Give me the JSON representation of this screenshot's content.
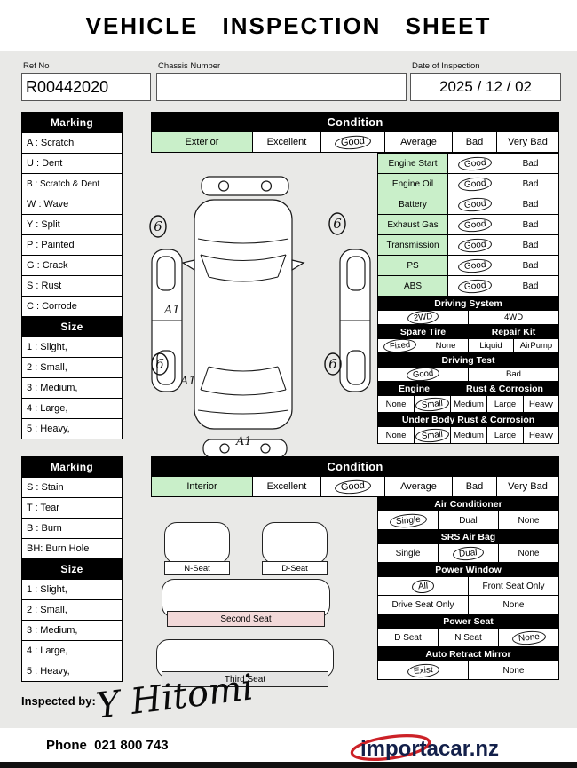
{
  "title": "VEHICLE INSPECTION SHEET",
  "header": {
    "ref_no": {
      "label": "Ref No",
      "value": "R00442020"
    },
    "chassis": {
      "label": "Chassis Number",
      "value": ""
    },
    "date": {
      "label": "Date of Inspection",
      "value": "2025 / 12 / 02"
    }
  },
  "colors": {
    "cell_green": "#c9efc9",
    "seat_pink": "#f2d9d9",
    "seat_gray": "#e3e3e3",
    "logo_red": "#cc2127",
    "logo_navy": "#13204a"
  },
  "exterior": {
    "marking_title": "Marking",
    "marking_items": [
      "A : Scratch",
      "U : Dent",
      "B : Scratch & Dent",
      "W : Wave",
      "Y : Split",
      "P : Painted",
      "G : Crack",
      "S : Rust",
      "C : Corrode"
    ],
    "size_title": "Size",
    "size_items": [
      "1 : Slight,",
      "2 : Small,",
      "3 : Medium,",
      "4 : Large,",
      "5 : Heavy,"
    ],
    "condition_title": "Condition",
    "grade_row": {
      "label": "Exterior",
      "options": [
        {
          "t": "Excellent",
          "c": false
        },
        {
          "t": "Good",
          "c": true
        },
        {
          "t": "Average",
          "c": false
        },
        {
          "t": "Bad",
          "c": false
        },
        {
          "t": "Very Bad",
          "c": false
        }
      ]
    },
    "checks": [
      {
        "label": "Engine Start",
        "options": [
          {
            "t": "Good",
            "c": true
          },
          {
            "t": "Bad",
            "c": false
          }
        ]
      },
      {
        "label": "Engine Oil",
        "options": [
          {
            "t": "Good",
            "c": true
          },
          {
            "t": "Bad",
            "c": false
          }
        ]
      },
      {
        "label": "Battery",
        "options": [
          {
            "t": "Good",
            "c": true
          },
          {
            "t": "Bad",
            "c": false
          }
        ]
      },
      {
        "label": "Exhaust Gas",
        "options": [
          {
            "t": "Good",
            "c": true
          },
          {
            "t": "Bad",
            "c": false
          }
        ]
      },
      {
        "label": "Transmission",
        "options": [
          {
            "t": "Good",
            "c": true
          },
          {
            "t": "Bad",
            "c": false
          }
        ]
      },
      {
        "label": "PS",
        "options": [
          {
            "t": "Good",
            "c": true
          },
          {
            "t": "Bad",
            "c": false
          }
        ]
      },
      {
        "label": "ABS",
        "options": [
          {
            "t": "Good",
            "c": true
          },
          {
            "t": "Bad",
            "c": false
          }
        ]
      }
    ],
    "driving_system": {
      "title": "Driving System",
      "options": [
        {
          "t": "2WD",
          "c": true
        },
        {
          "t": "4WD",
          "c": false
        }
      ]
    },
    "spare_tire": {
      "title_left": "Spare Tire",
      "title_right": "Repair Kit",
      "options": [
        {
          "t": "Fixed",
          "c": true
        },
        {
          "t": "None",
          "c": false
        },
        {
          "t": "Liquid",
          "c": false
        },
        {
          "t": "AirPump",
          "c": false
        }
      ]
    },
    "driving_test": {
      "title": "Driving Test",
      "options": [
        {
          "t": "Good",
          "c": true
        },
        {
          "t": "Bad",
          "c": false
        }
      ]
    },
    "engine_rust": {
      "title_left": "Engine",
      "title_right": "Rust & Corrosion",
      "options": [
        {
          "t": "None",
          "c": false
        },
        {
          "t": "Small",
          "c": true
        },
        {
          "t": "Medium",
          "c": false
        },
        {
          "t": "Large",
          "c": false
        },
        {
          "t": "Heavy",
          "c": false
        }
      ]
    },
    "underbody_rust": {
      "title": "Under Body Rust & Corrosion",
      "options": [
        {
          "t": "None",
          "c": false
        },
        {
          "t": "Small",
          "c": true
        },
        {
          "t": "Medium",
          "c": false
        },
        {
          "t": "Large",
          "c": false
        },
        {
          "t": "Heavy",
          "c": false
        }
      ]
    }
  },
  "diagram": {
    "marks": [
      {
        "t": "6"
      },
      {
        "t": "6"
      },
      {
        "t": "6"
      },
      {
        "t": "6"
      }
    ],
    "labels": [
      "A1",
      "A1",
      "A1"
    ]
  },
  "interior": {
    "marking_title": "Marking",
    "marking_items": [
      "S : Stain",
      "T : Tear",
      "B : Burn",
      "BH: Burn Hole"
    ],
    "size_title": "Size",
    "size_items": [
      "1 : Slight,",
      "2 : Small,",
      "3 : Medium,",
      "4 : Large,",
      "5 : Heavy,"
    ],
    "condition_title": "Condition",
    "grade_row": {
      "label": "Interior",
      "options": [
        {
          "t": "Excellent",
          "c": false
        },
        {
          "t": "Good",
          "c": true
        },
        {
          "t": "Average",
          "c": false
        },
        {
          "t": "Bad",
          "c": false
        },
        {
          "t": "Very Bad",
          "c": false
        }
      ]
    },
    "air_conditioner": {
      "title": "Air Conditioner",
      "options": [
        {
          "t": "Single",
          "c": true
        },
        {
          "t": "Dual",
          "c": false
        },
        {
          "t": "None",
          "c": false
        }
      ]
    },
    "srs_airbag": {
      "title": "SRS Air Bag",
      "options": [
        {
          "t": "Single",
          "c": false
        },
        {
          "t": "Dual",
          "c": true
        },
        {
          "t": "None",
          "c": false
        }
      ]
    },
    "power_window": {
      "title": "Power Window",
      "row1": [
        {
          "t": "All",
          "c": true
        },
        {
          "t": "Front Seat Only",
          "c": false
        }
      ],
      "row2": [
        {
          "t": "Drive Seat Only",
          "c": false
        },
        {
          "t": "None",
          "c": false
        }
      ]
    },
    "power_seat": {
      "title": "Power Seat",
      "options": [
        {
          "t": "D Seat",
          "c": false
        },
        {
          "t": "N Seat",
          "c": false
        },
        {
          "t": "None",
          "c": true
        }
      ]
    },
    "auto_mirror": {
      "title": "Auto Retract Mirror",
      "options": [
        {
          "t": "Exist",
          "c": true
        },
        {
          "t": "None",
          "c": false
        }
      ]
    },
    "seats": {
      "n_seat": "N-Seat",
      "d_seat": "D-Seat",
      "second": "Second Seat",
      "third": "Third  Seat"
    }
  },
  "footer": {
    "inspected_by": "Inspected by:",
    "signature": "Y Hitomi",
    "phone": "Phone  021 800 743",
    "logo_text": "importacar.nz"
  }
}
